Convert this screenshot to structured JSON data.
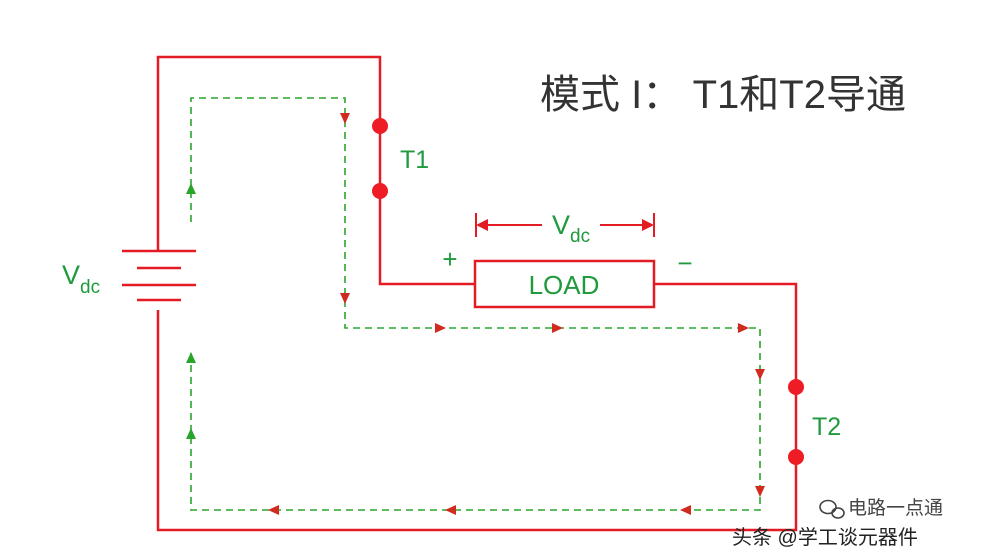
{
  "title": "模式 I： T1和T2导通",
  "battery_label": {
    "main": "V",
    "sub": "dc"
  },
  "load_voltage_label": {
    "main": "V",
    "sub": "dc"
  },
  "load_label": "LOAD",
  "plus_sign": "+",
  "minus_sign": "−",
  "switch_t1_label": "T1",
  "switch_t2_label": "T2",
  "watermark_line1": "电路一点通",
  "watermark_line2": "头条 @学工谈元器件",
  "colors": {
    "wire": "#e31b23",
    "current_path": "#2aa52a",
    "label_green": "#1f9a3c",
    "title_text": "#333333",
    "node": "#ee1c25",
    "watermark": "#222222"
  }
}
